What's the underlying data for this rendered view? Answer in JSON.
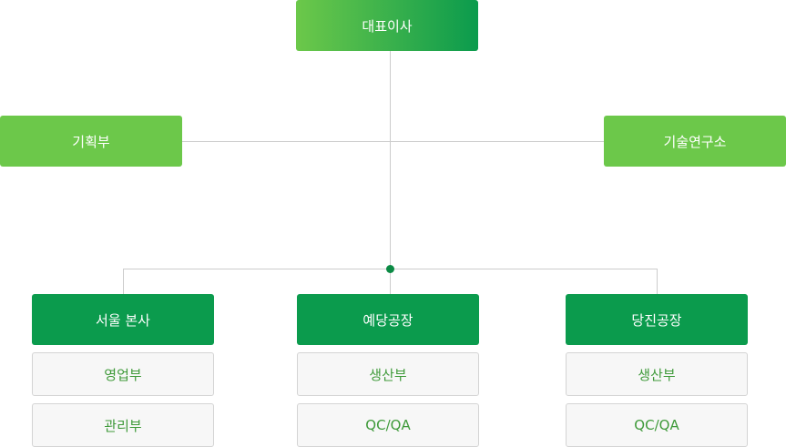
{
  "ceo": {
    "label": "대표이사"
  },
  "staff": [
    {
      "label": "기획부"
    },
    {
      "label": "기술연구소"
    }
  ],
  "units": [
    {
      "label": "서울 본사",
      "departments": [
        "영업부",
        "관리부"
      ]
    },
    {
      "label": "예당공장",
      "departments": [
        "생산부",
        "QC/QA"
      ]
    },
    {
      "label": "당진공장",
      "departments": [
        "생산부",
        "QC/QA"
      ]
    }
  ],
  "colors": {
    "gradient_start": "#6cc84a",
    "gradient_end": "#0b9b4d",
    "staff_green": "#6cc84a",
    "unit_green": "#0b9b4d",
    "dept_text": "#3f9a3a",
    "connector": "#cccccc"
  }
}
